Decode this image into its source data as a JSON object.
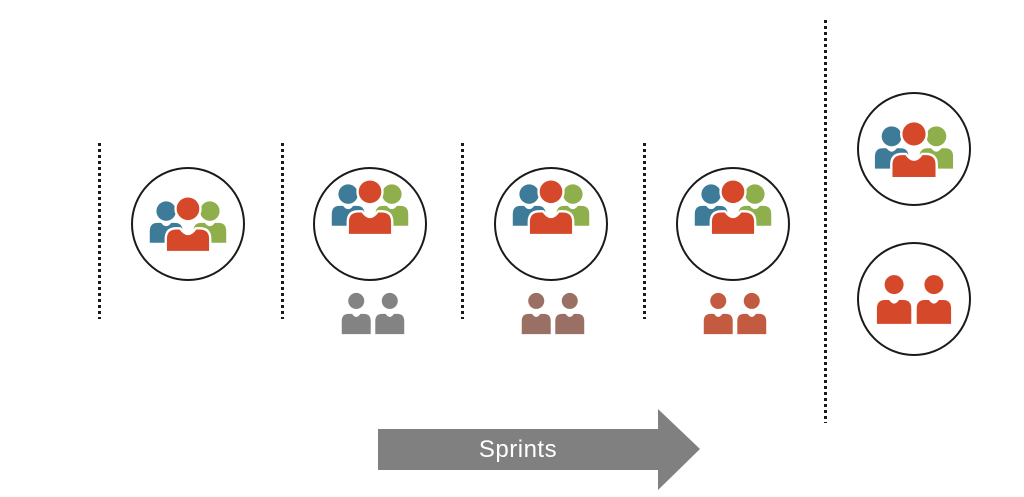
{
  "diagram": {
    "arrow": {
      "label": "Sprints",
      "direction": "right"
    },
    "colors": {
      "canvas_bg": "#FFFFFF",
      "team_blue": "#3D7B99",
      "team_red": "#D5492A",
      "team_green": "#8FAF4C",
      "pair_gray": "#838383",
      "pair_brown": "#9A7065",
      "pair_red": "#C35B41",
      "arrow_gray": "#808080",
      "line_black": "#1A1A1A",
      "circle_fill": "#FFFFFF"
    },
    "sprints": [
      {
        "name": "sprint-1",
        "team": "blue-red-green-group",
        "pair_below": null
      },
      {
        "name": "sprint-2",
        "team": "blue-red-green-group",
        "pair_below": "gray"
      },
      {
        "name": "sprint-3",
        "team": "blue-red-green-group",
        "pair_below": "brown"
      },
      {
        "name": "sprint-4",
        "team": "blue-red-green-group",
        "pair_below": "red"
      }
    ],
    "final": {
      "team": "blue-red-green-group",
      "pair_color": "team-red"
    }
  }
}
